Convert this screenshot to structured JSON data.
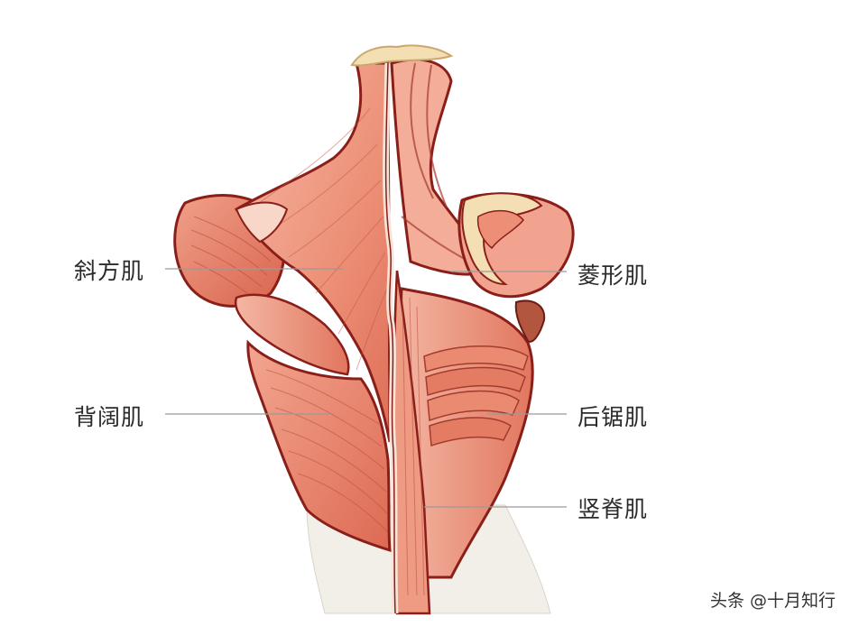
{
  "labels": {
    "trapezius": "斜方肌",
    "latissimus_dorsi": "背阔肌",
    "rhomboid": "菱形肌",
    "serratus_posterior": "后锯肌",
    "erector_spinae": "竖脊肌"
  },
  "watermark": "头条 @十月知行",
  "colors": {
    "muscle_light": "#f2a38f",
    "muscle_mid": "#e8826a",
    "muscle_dark": "#c9503c",
    "outline": "#8a1f1a",
    "bone": "#f3dfb3",
    "skin": "#f1efe8",
    "leader_line": "#9a9a9a"
  }
}
